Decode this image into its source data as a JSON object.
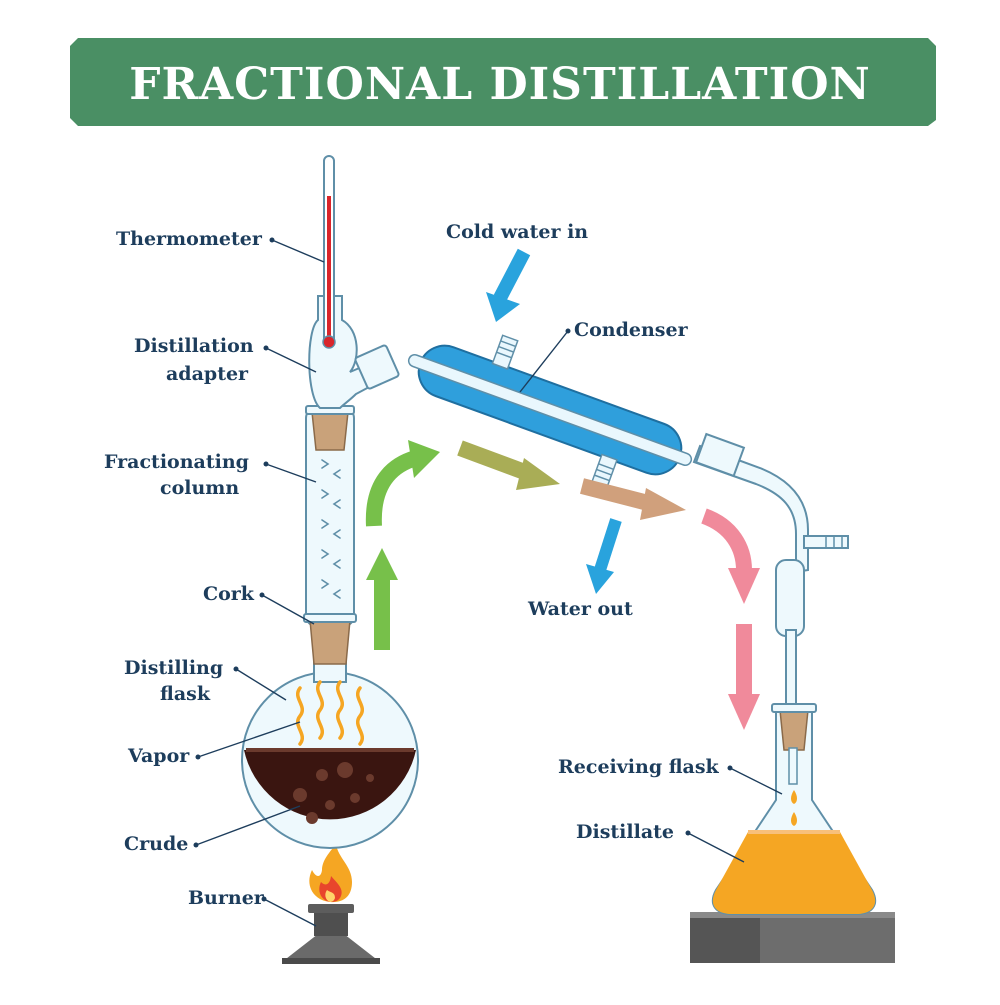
{
  "title": "FRACTIONAL DISTILLATION",
  "colors": {
    "banner": "#4a8f64",
    "label": "#1d3d5c",
    "water_arrow": "#29a3dd",
    "vapor_arrow_green": "#77c04a",
    "vapor_arrow_olive": "#a9ad56",
    "vapor_arrow_tan": "#d0a07c",
    "distillate_arrow_pink": "#f08a9b",
    "crude": "#3a1510",
    "distillate": "#f5a623",
    "cork": "#c9a27a"
  },
  "labels": {
    "thermometer": "Thermometer",
    "distillation_adapter_1": "Distillation",
    "distillation_adapter_2": "adapter",
    "fractionating_column_1": "Fractionating",
    "fractionating_column_2": "column",
    "cork": "Cork",
    "distilling_flask_1": "Distilling",
    "distilling_flask_2": "flask",
    "vapor": "Vapor",
    "crude": "Crude",
    "burner": "Burner",
    "cold_water_in": "Cold water in",
    "condenser": "Condenser",
    "water_out": "Water out",
    "receiving_flask": "Receiving flask",
    "distillate": "Distillate"
  }
}
